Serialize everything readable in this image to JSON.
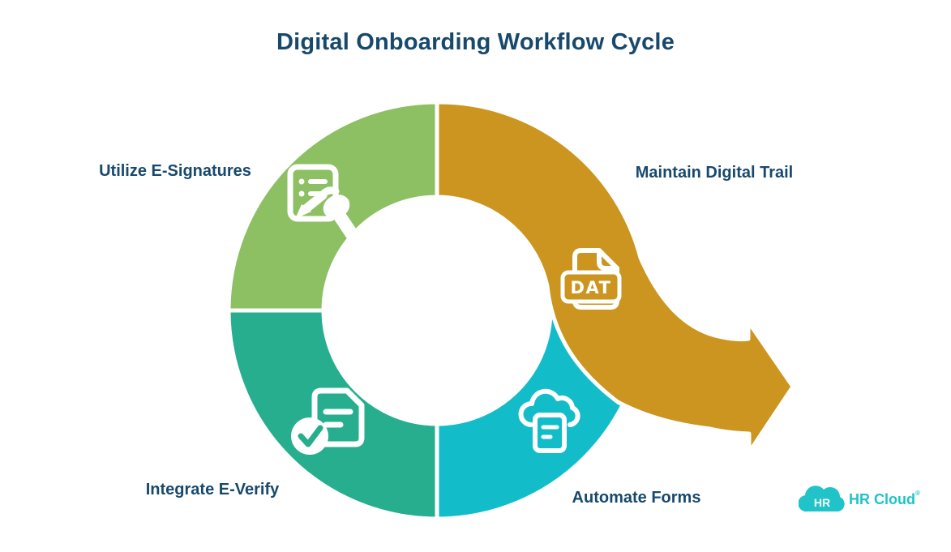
{
  "title": "Digital Onboarding Workflow Cycle",
  "diagram": {
    "type": "cycle-infographic",
    "description": "Four-segment circular workflow ring; the top-right segment flows outward into a large right-pointing arrow",
    "segments": [
      {
        "label": "Utilize E-Signatures",
        "position": "top-left",
        "color": "#8CC063",
        "icon": "e-signature-icon"
      },
      {
        "label": "Maintain Digital Trail",
        "position": "top-right",
        "color": "#CB9520",
        "icon": "dat-file-icon"
      },
      {
        "label": "Automate Forms",
        "position": "bottom-right",
        "color": "#12BDC9",
        "icon": "cloud-form-icon"
      },
      {
        "label": "Integrate E-Verify",
        "position": "bottom-left",
        "color": "#26AE8E",
        "icon": "document-check-icon"
      }
    ],
    "dat_label": "DAT"
  },
  "branding": {
    "logo_text": "HR",
    "brand_name": "HR Cloud",
    "registered_mark": "®",
    "color": "#1FC3C8"
  },
  "colors": {
    "background": "#FFFFFF",
    "heading_text": "#17496D",
    "segment_green": "#8CC063",
    "segment_gold": "#CB9520",
    "segment_teal": "#26AE8E",
    "segment_cyan": "#12BDC9",
    "icon_white": "#FFFFFF",
    "brand_teal": "#1FC3C8"
  }
}
